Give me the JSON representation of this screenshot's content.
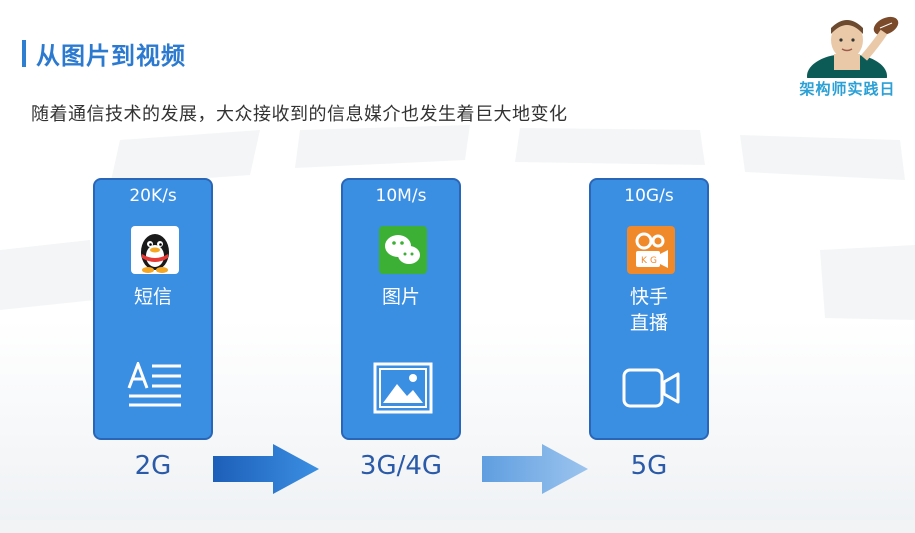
{
  "title": "从图片到视频",
  "subtitle": "随着通信技术的发展，大众接收到的信息媒介也发生着巨大地变化",
  "logo": {
    "text": "架构师实践日"
  },
  "cards": [
    {
      "speed": "20K/s",
      "label": "短信",
      "app_icon": "qq-penguin-icon",
      "media_icon": "text-icon",
      "generation": "2G"
    },
    {
      "speed": "10M/s",
      "label": "图片",
      "app_icon": "wechat-icon",
      "media_icon": "image-icon",
      "generation": "3G/4G"
    },
    {
      "speed": "10G/s",
      "label": "快手直播",
      "label_line1": "快手",
      "label_line2": "直播",
      "app_icon": "kuaishou-icon",
      "media_icon": "video-camera-icon",
      "generation": "5G"
    }
  ],
  "colors": {
    "accent": "#2c7ad0",
    "card": "#3b8fe3",
    "card_border": "#2a66b8",
    "generation_text": "#2a5aa8"
  }
}
